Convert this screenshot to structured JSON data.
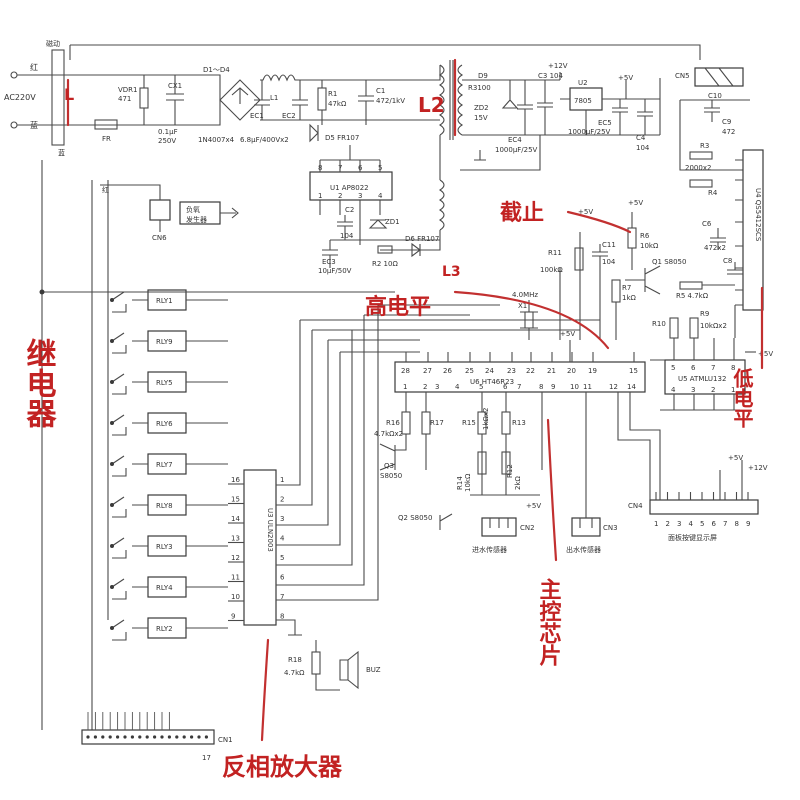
{
  "annotations": {
    "relay_label": "继电器",
    "inverter_label": "反相放大器",
    "cutoff_label": "截止",
    "high_level_label": "高电平",
    "low_level_label": "低电平",
    "mcu_label": "主控芯片",
    "l_mark": "L",
    "l2_mark": "L2",
    "l3_mark": "L3"
  },
  "power": {
    "mains_red": "红",
    "mains_blue": "蓝",
    "ac": "AC220V",
    "coil": "磁动",
    "blue_wire": "蓝",
    "red_wire": "红",
    "vdr": "VDR1",
    "vdr_val": "471",
    "cx": "CX1",
    "cx_val1": "0.1μF",
    "cx_val2": "250V",
    "fuse": "FR",
    "bridge": "D1～D4",
    "bridge_part": "1N4007x4",
    "l1": "L1",
    "ec1": "EC1",
    "ec2": "EC2",
    "ec_val": "6.8μF/400Vx2",
    "r1": "R1",
    "r1_val": "47kΩ",
    "c1": "C1",
    "c1_val": "472/1kV",
    "d5": "D5  FR107"
  },
  "u1": {
    "name": "U1  AP8022",
    "pins_top": [
      "8",
      "7",
      "6",
      "5"
    ],
    "pins_bottom": [
      "1",
      "2",
      "3",
      "4"
    ],
    "c2": "C2",
    "c2_val": "104",
    "zd1": "ZD1",
    "d6": "D6  FR107",
    "r2": "R2  10Ω",
    "ec3": "EC3",
    "ec3_val": "10μF/50V"
  },
  "regulator": {
    "d9": "D9",
    "r3100": "R3100",
    "zd2": "ZD2",
    "zd2_val": "15V",
    "c3": "C3  104",
    "ec4": "EC4",
    "ec4_val": "1000μF/25V",
    "plus12": "+12V",
    "u2": "U2",
    "u2_part": "7805",
    "plus5": "+5V",
    "ec5": "EC5",
    "ec5_val": "1000μF/25V",
    "c4": "C4",
    "c4_val": "104"
  },
  "ion": {
    "name1": "负氧",
    "name2": "发生器",
    "cn6": "CN6"
  },
  "relays": [
    "RLY1",
    "RLY9",
    "RLY5",
    "RLY6",
    "RLY7",
    "RLY8",
    "RLY3",
    "RLY4",
    "RLY2"
  ],
  "uln": {
    "name": "U3  ULN2003",
    "left_pins": [
      "16",
      "15",
      "14",
      "13",
      "12",
      "11",
      "10",
      "9"
    ],
    "right_pins": [
      "1",
      "2",
      "3",
      "4",
      "5",
      "6",
      "7",
      "8"
    ]
  },
  "buzzer": {
    "r18": "R18",
    "r18_val": "4.7kΩ",
    "buz": "BUZ"
  },
  "cn1": {
    "name": "CN1",
    "pin_hint": "17"
  },
  "mcu": {
    "name": "U6  HT46R23",
    "top_pins": [
      "28",
      "27",
      "26",
      "25",
      "24",
      "23",
      "22",
      "21",
      "20",
      "19",
      "15"
    ],
    "bottom_pins": [
      "1",
      "2",
      "3",
      "4",
      "5",
      "6",
      "7",
      "8",
      "9",
      "10",
      "11",
      "12",
      "14"
    ],
    "xtal": "4.0MHz",
    "x1": "X1",
    "plus5": "+5V"
  },
  "q_section": {
    "r16": "R16",
    "r16_val": "4.7kΩx2",
    "r17": "R17",
    "q3": "Q3",
    "q3_part": "S8050",
    "q2": "Q2  S8050",
    "r15": "R15",
    "r15_val": "1kΩx2",
    "r13": "R13",
    "r14": "R14",
    "r14_val": "10kΩ",
    "r12": "R12",
    "r12_val": "2kΩ",
    "plus5": "+5V",
    "cn2": "CN2",
    "cn3": "CN3",
    "inlet": "进水传感器",
    "outlet": "出水传感器"
  },
  "display": {
    "cn5": "CN5",
    "c10": "C10",
    "c9": "C9",
    "c9_val": "472",
    "r3": "R3",
    "r3_val": "2000x2",
    "r4": "R4",
    "u4": "U4  QS5412SCS",
    "c6": "C6",
    "c6_val": "472x2",
    "c8": "C8",
    "q1": "Q1  S8050",
    "r6": "R6",
    "r6_val": "10kΩ",
    "r11": "R11",
    "r11_val": "100kΩ",
    "c11": "C11",
    "c11_val": "104",
    "r7": "R7",
    "r7_val": "1kΩ",
    "r5": "R5  4.7kΩ",
    "r10": "R10",
    "r9": "R9",
    "r9_val": "10kΩx2",
    "u5": "U5  ATMLU132",
    "u5_pins_top": [
      "5",
      "6",
      "7",
      "8"
    ],
    "u5_pins_bottom": [
      "4",
      "3",
      "2",
      "1"
    ],
    "plus5": "+5V",
    "plus12": "+12V",
    "cn4": "CN4",
    "cn4_pins": [
      "1",
      "2",
      "3",
      "4",
      "5",
      "6",
      "7",
      "8",
      "9"
    ],
    "panel": "面板按键显示屏",
    "plus5_a": "+5V",
    "plus5_b": "+5V"
  }
}
